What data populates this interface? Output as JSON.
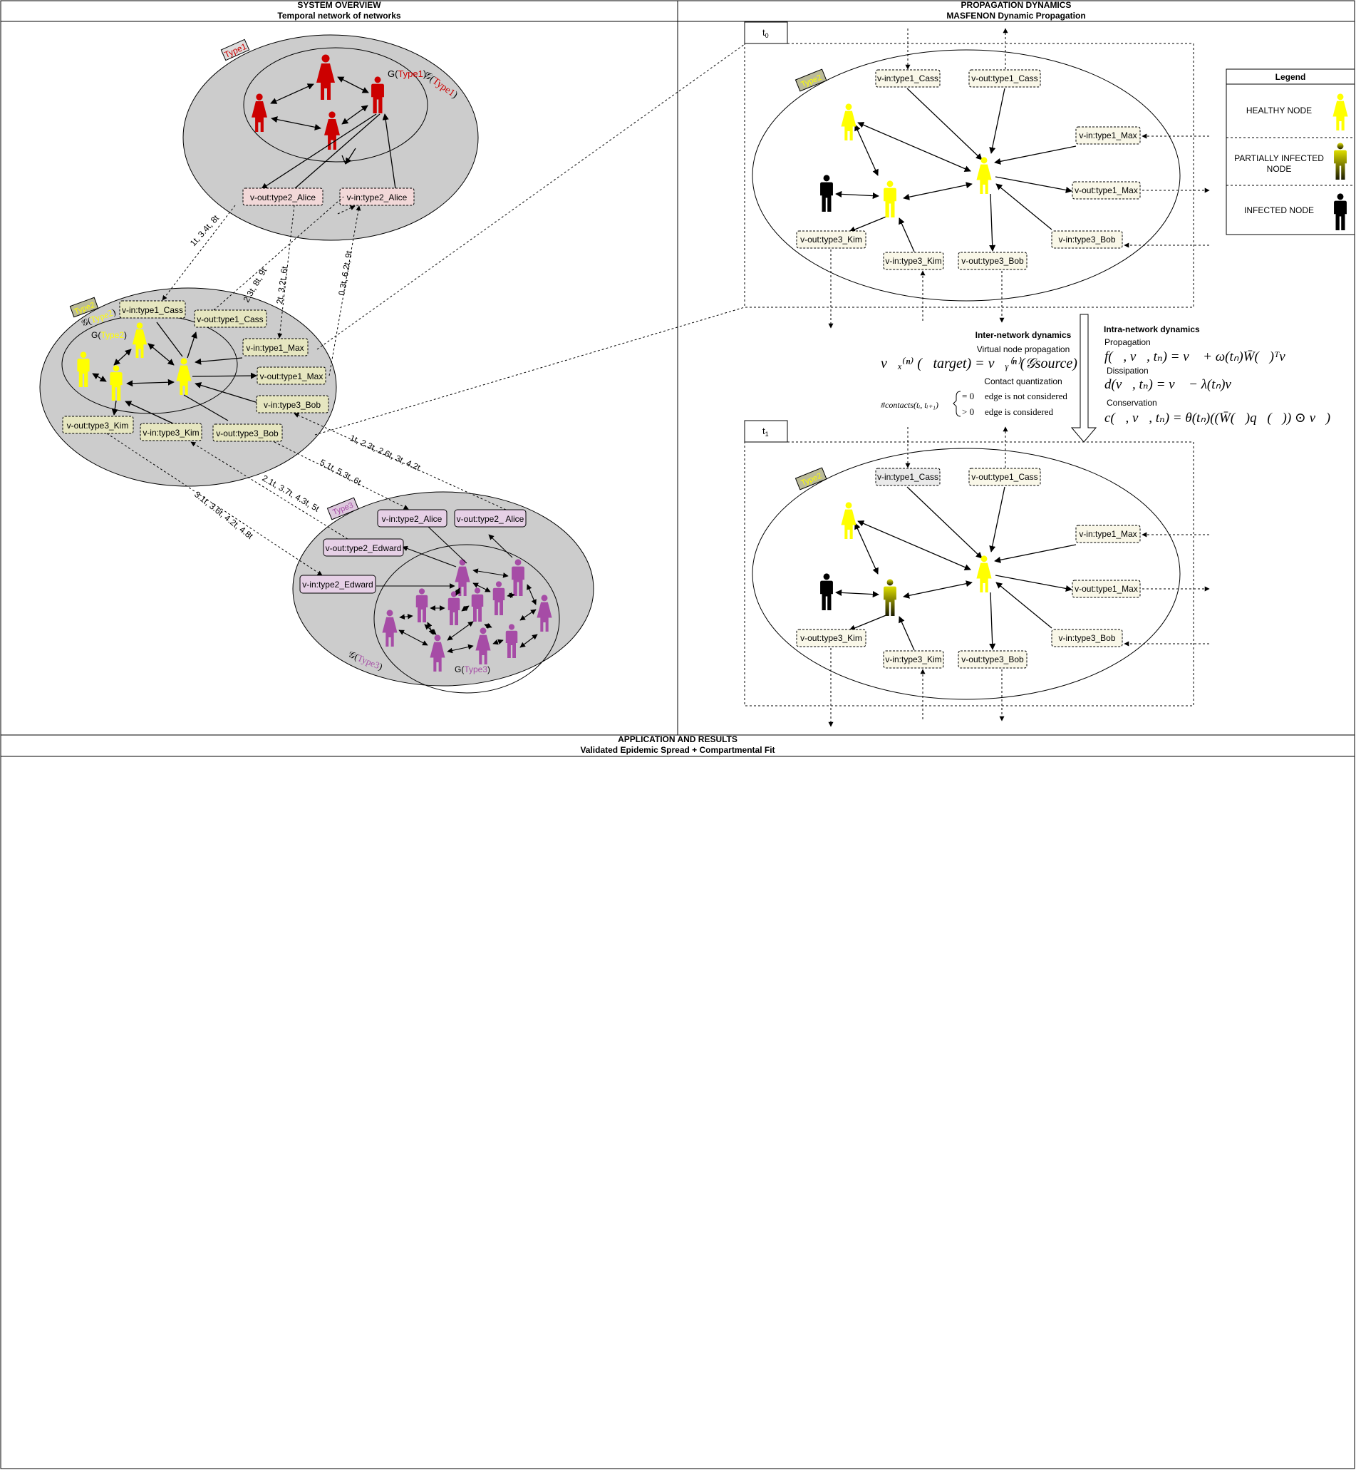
{
  "colors": {
    "red": "#cc0000",
    "yellow": "#ffff00",
    "purple": "#a64ca6",
    "ellipse_fill": "#cccccc",
    "box_cream": "#f9f7e8",
    "box_pink": "#f2d8d8",
    "box_olive": "#e6e6c0",
    "box_lilac": "#e6d0e6"
  },
  "sections": {
    "overview_title": "SYSTEM OVERVIEW",
    "overview_subtitle": "Temporal network of networks",
    "dynamics_title": "PROPAGATION DYNAMICS",
    "dynamics_subtitle": "MASFENON Dynamic Propagation",
    "results_title": "APPLICATION AND RESULTS",
    "results_subtitle": "Validated Epidemic Spread + Compartmental Fit"
  },
  "overview": {
    "tag_type1": "Type1",
    "tag_type2": "Type2",
    "tag_type3": "Type3",
    "G_prefix": "G(",
    "G_type1": "Type1",
    "G_type2": "Type2",
    "G_type3": "Type3",
    "close_paren": ")",
    "script_prefix": "𝒢(",
    "type1_boxes": [
      "v-out:type2_Alice",
      "v-in:type2_Alice"
    ],
    "type2_boxes": [
      "v-in:type1_Cass",
      "v-out:type1_Cass",
      "v-in:type1_Max",
      "v-out:type1_Max",
      "v-in:type3_Bob",
      "v-out:type3_Kim",
      "v-in:type3_Kim",
      "v-out:type3_Bob"
    ],
    "type3_boxes": [
      "v-in:type2_Alice",
      "v-out:type2_ Alice",
      "v-out:type2_Edward",
      "v-in:type2_Edward"
    ],
    "edge_labels": [
      "1t, 3.4t, 8t",
      "2.3t, 8t, 9t",
      "2t, 3.2t, 6t",
      "0.3t, 6.2t, 9t",
      "1t, 2.3t, 2.6t, 3t, 4.2t",
      "5.1t, 5.3t, 6t",
      "2.1t, 3.7t, 4.3t, 5t",
      "3.1t, 3.6t, 4.2t, 4.8t"
    ]
  },
  "dynamics": {
    "t0": "t",
    "t0_sub": "0",
    "t1": "t",
    "t1_sub": "1",
    "panel_tag": "Type2",
    "panel_boxes": [
      "v-in:type1_Cass",
      "v-out:type1_Cass",
      "v-in:type1_Max",
      "v-out:type1_Max",
      "v-in:type3_Bob",
      "v-out:type3_Kim",
      "v-in:type3_Kim",
      "v-out:type3_Bob"
    ],
    "inter_title": "Inter-network dynamics",
    "inter_sub1": "Virtual node propagation",
    "inter_sub2": "Contact quantization",
    "inter_eq": "v⃗ₓ⁽ⁿ⁾ (𝒢target) = v⃗ᵧ⁽ⁿ⁾(𝒢source)",
    "contacts_label": "#contacts(tᵢ, tᵢ₊₁)",
    "case1_cond": "= 0",
    "case1_text": "edge is not considered",
    "case2_cond": "> 0",
    "case2_text": "edge is considered",
    "intra_title": "Intra-network dynamics",
    "prop_label": "Propagation",
    "prop_eq": "f(𝒢, v⃗, tₙ) = v⃗ + ω(tₙ)W̄(𝒢)ᵀv⃗",
    "diss_label": "Dissipation",
    "diss_eq": "d(v⃗, tₙ) = v⃗ − λ(tₙ)v⃗",
    "cons_label": "Conservation",
    "cons_eq": "c(𝒢, v⃗, tₙ) = θ(tₙ)((W̄(𝒢)q⃗(𝒢)) ⊙ v⃗)"
  },
  "legend": {
    "title": "Legend",
    "healthy": "HEALTHY NODE",
    "partial_line1": "PARTIALLY INFECTED",
    "partial_line2": "NODE",
    "infected": "INFECTED NODE"
  }
}
